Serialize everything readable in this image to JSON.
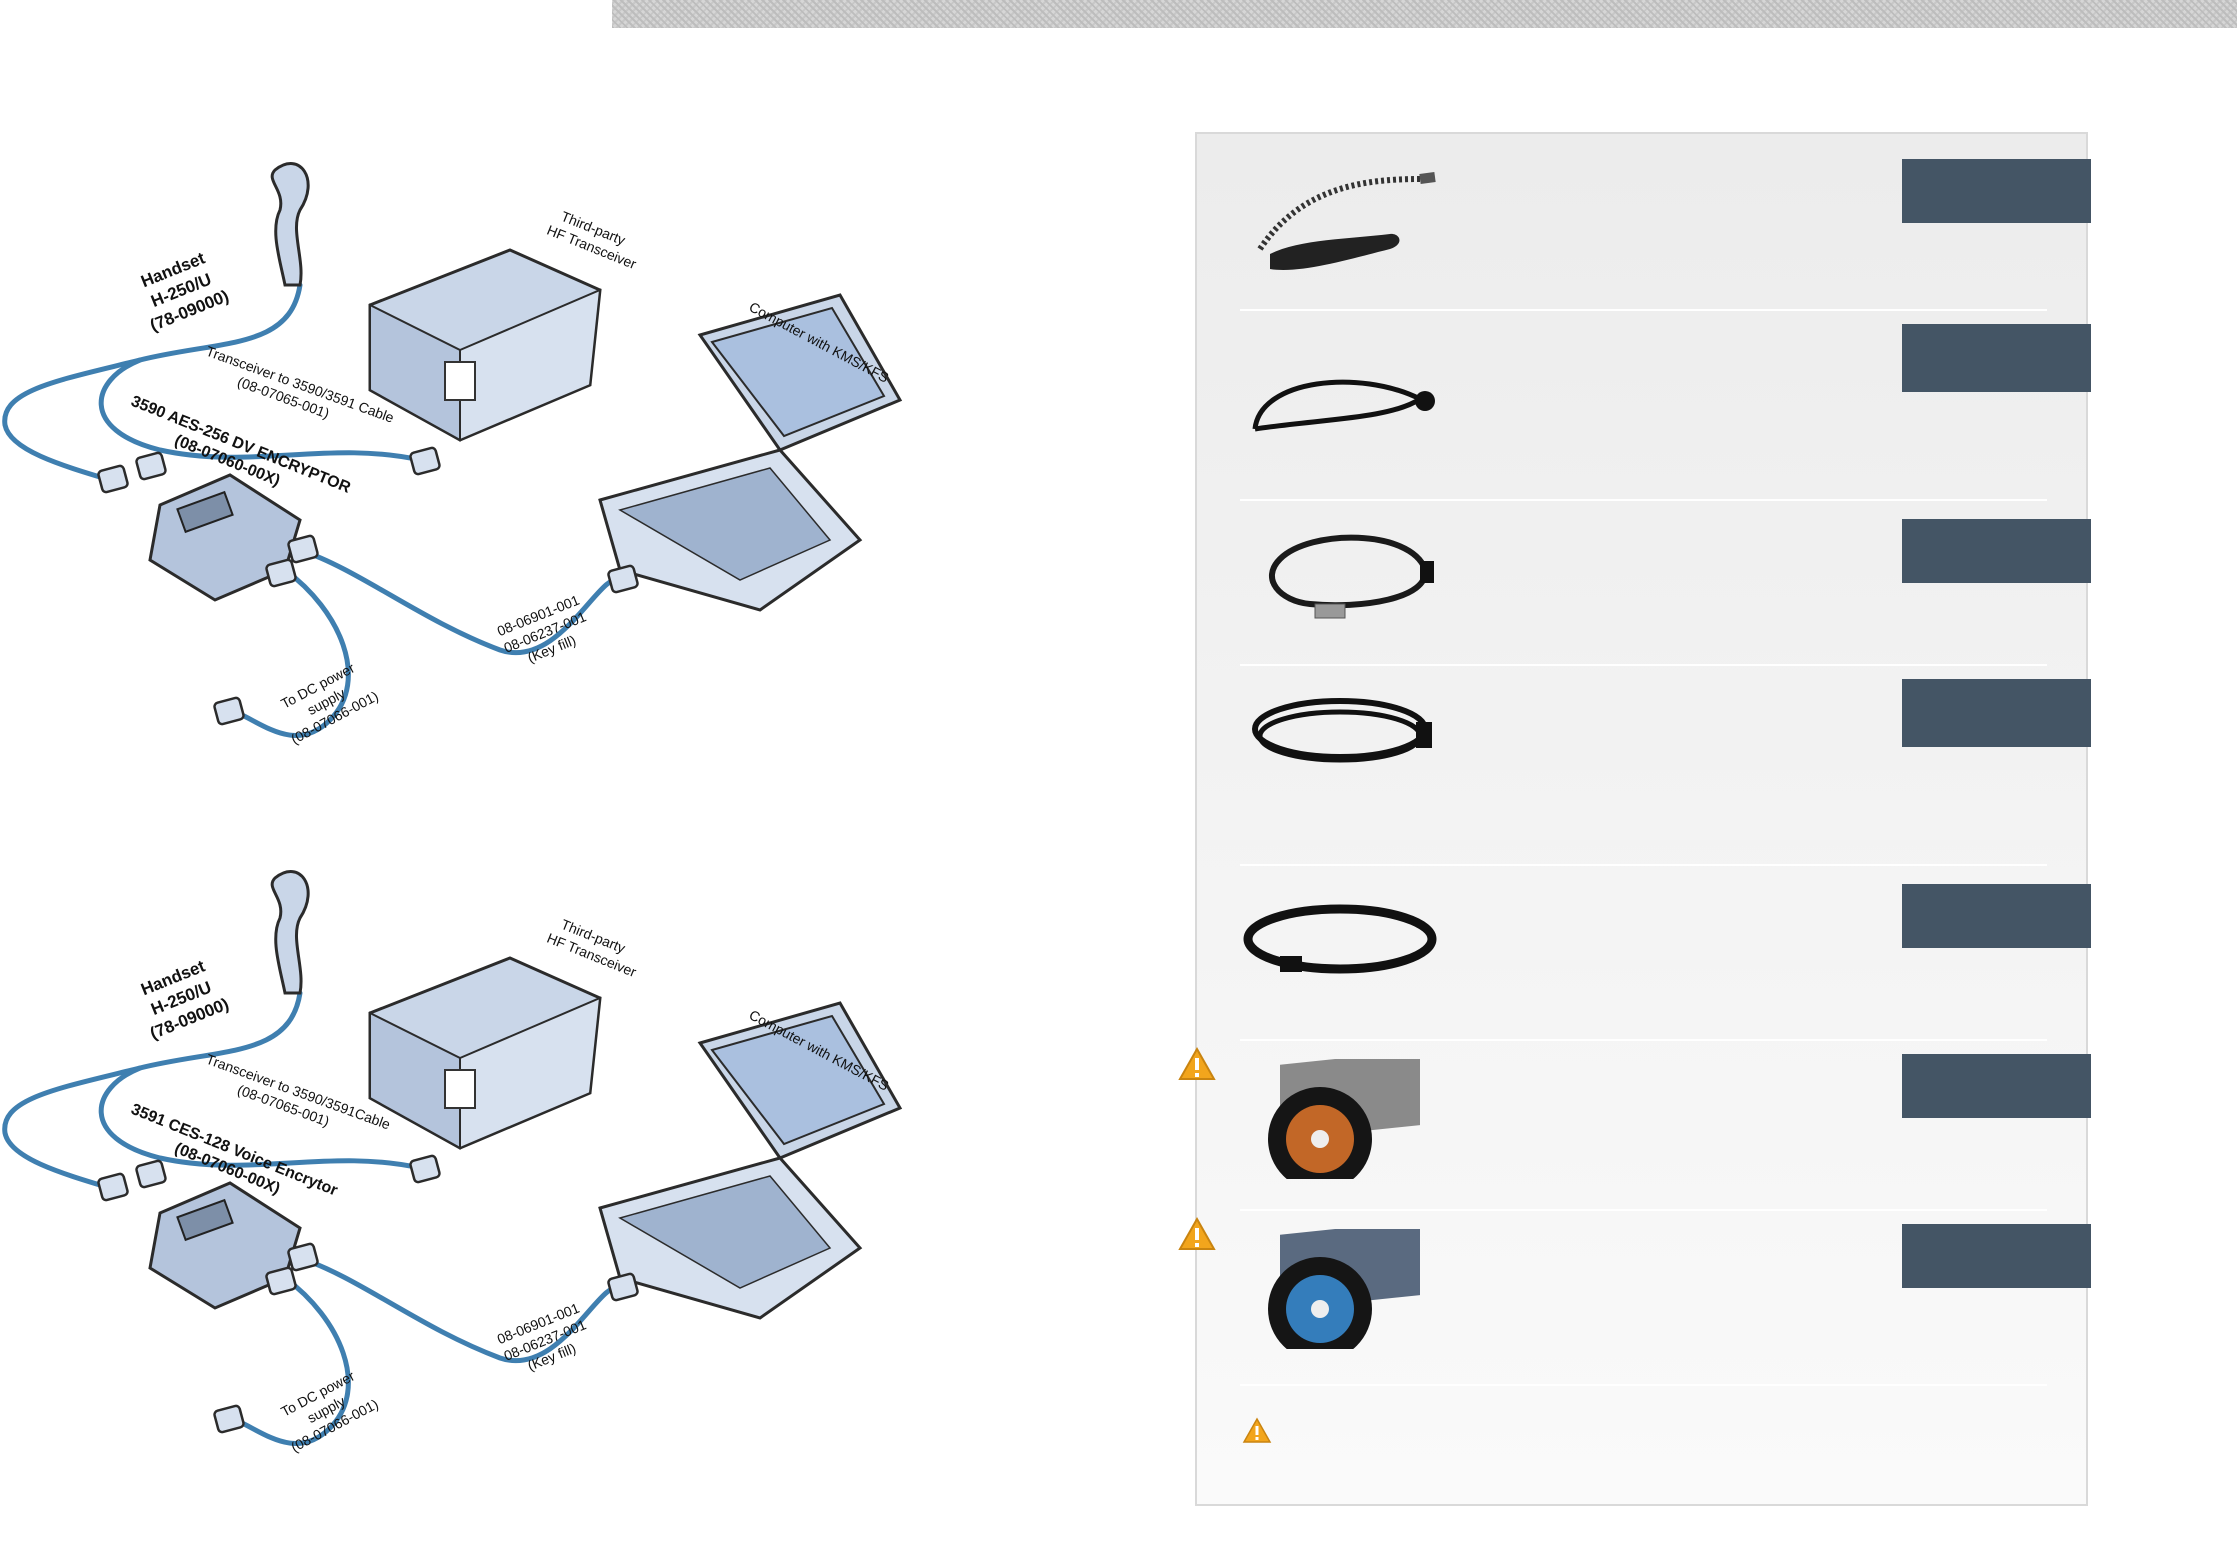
{
  "diagram_top": {
    "handset": [
      "Handset",
      "H-250/U",
      "(78-09000)"
    ],
    "transceiver": [
      "Third-party",
      "HF Transceiver"
    ],
    "computer": "Computer with KMS/KFS",
    "cable": [
      "Transceiver to 3590/3591 Cable",
      "(08-07065-001)"
    ],
    "encryptor": [
      "3590 AES-256 DV ENCRYPTOR",
      "(08-07060-00X)"
    ],
    "keyfill": [
      "08-06901-001",
      "08-06237-001",
      "(Key fill)"
    ],
    "power": [
      "To DC power",
      "supply",
      "(08-07066-001)"
    ]
  },
  "diagram_bottom": {
    "handset": [
      "Handset",
      "H-250/U",
      "(78-09000)"
    ],
    "transceiver": [
      "Third-party",
      "HF Transceiver"
    ],
    "computer": "Computer with KMS/KFS",
    "cable": [
      "Transceiver to 3590/3591Cable",
      "(08-07065-001)"
    ],
    "encryptor": [
      "3591 CES-128 Voice Encrytor",
      "(08-07060-00X)"
    ],
    "keyfill": [
      "08-06901-001",
      "08-06237-001",
      "(Key fill)"
    ],
    "power": [
      "To DC power",
      "supply",
      "(08-07066-001)"
    ]
  },
  "accessories": [
    {
      "item": "handset",
      "icon": "coiled-handset-icon",
      "warning": false
    },
    {
      "item": "cable",
      "icon": "straight-cable-icon",
      "warning": false
    },
    {
      "item": "cable",
      "icon": "db-cable-icon",
      "warning": false
    },
    {
      "item": "cable",
      "icon": "coiled-cable-icon",
      "warning": false
    },
    {
      "item": "cable",
      "icon": "loop-cable-icon",
      "warning": false
    },
    {
      "item": "software",
      "icon": "cd-orange-icon",
      "warning": true
    },
    {
      "item": "software",
      "icon": "cd-blue-icon",
      "warning": true
    }
  ],
  "colors": {
    "cable": "#3f7fb0",
    "device": "#c9d6e8",
    "tag": "#445565",
    "warning": "#f2a51c"
  }
}
